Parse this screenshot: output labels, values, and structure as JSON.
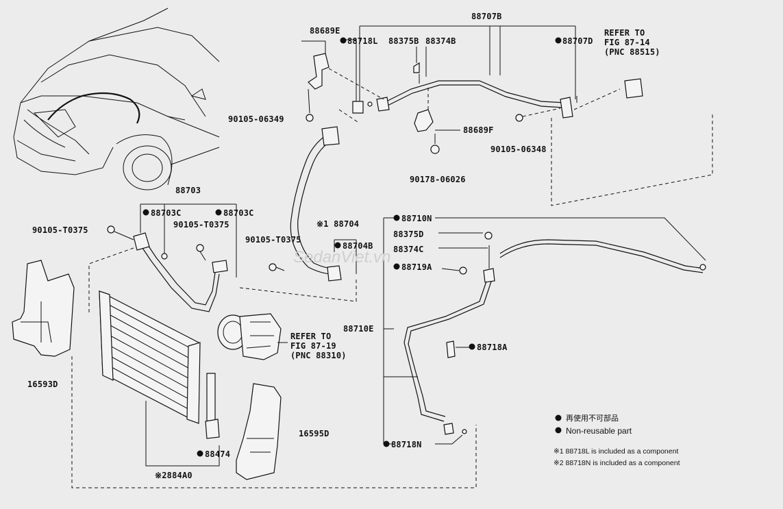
{
  "labels": {
    "l_88707B": "88707B",
    "l_88689E": "88689E",
    "l_88718L": "88718L",
    "l_88375B": "88375B",
    "l_88374B": "88374B",
    "l_88707D": "88707D",
    "ref_fig_87_14": [
      "REFER TO",
      "FIG 87-14",
      "(PNC 88515)"
    ],
    "l_90105_06349": "90105-06349",
    "l_88689F": "88689F",
    "l_90105_06348": "90105-06348",
    "l_90178_06026": "90178-06026",
    "l_88703": "88703",
    "l_88703C_a": "88703C",
    "l_88703C_b": "88703C",
    "l_90105_T0375_a": "90105-T0375",
    "l_90105_T0375_b": "90105-T0375",
    "l_90105_T0375_c": "90105-T0375",
    "l_88704": "※1 88704",
    "l_88704B": "88704B",
    "l_88710N": "88710N",
    "l_88375D": "88375D",
    "l_88374C": "88374C",
    "l_88719A": "88719A",
    "l_88710E": "88710E",
    "l_88718A": "88718A",
    "ref_fig_87_19": [
      "REFER TO",
      "FIG 87-19",
      "(PNC 88310)"
    ],
    "l_16593D": "16593D",
    "l_16595D": "16595D",
    "l_88474": "88474",
    "l_884A0": "※2884A0",
    "l_88718N": "88718N"
  },
  "legend": {
    "item_jp": "再使用不可部品",
    "item_en": "Non-reusable part",
    "note1": "※1 88718L  is included as a component",
    "note2": "※2 88718N is included as a component"
  },
  "watermark": "SedanViet.vn"
}
